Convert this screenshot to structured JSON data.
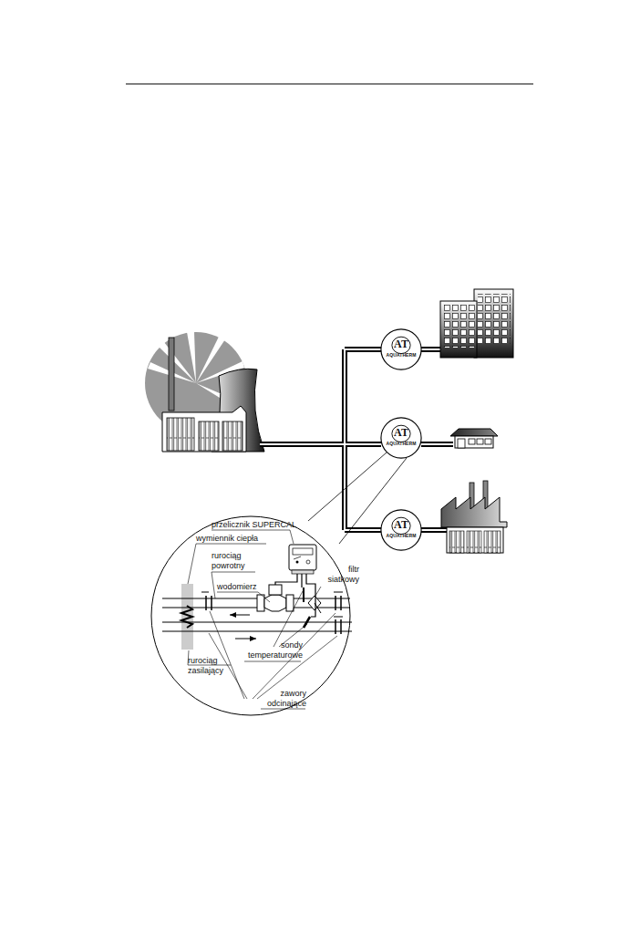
{
  "diagram": {
    "nodes": [
      {
        "text": [
          "AT",
          "AQUATHERM"
        ]
      },
      {
        "text": [
          "AT",
          "AQUATHERM"
        ]
      },
      {
        "text": [
          "AT",
          "AQUATHERM"
        ]
      }
    ],
    "labels": [
      "przelicznik SUPERCAL",
      "wymiennik ciepła",
      "rurociąg powrotny",
      "wodomierz",
      "filtr siatkowy",
      "sondy temperaturowe",
      "rurociąg zasilający",
      "zawory odcinające"
    ]
  }
}
